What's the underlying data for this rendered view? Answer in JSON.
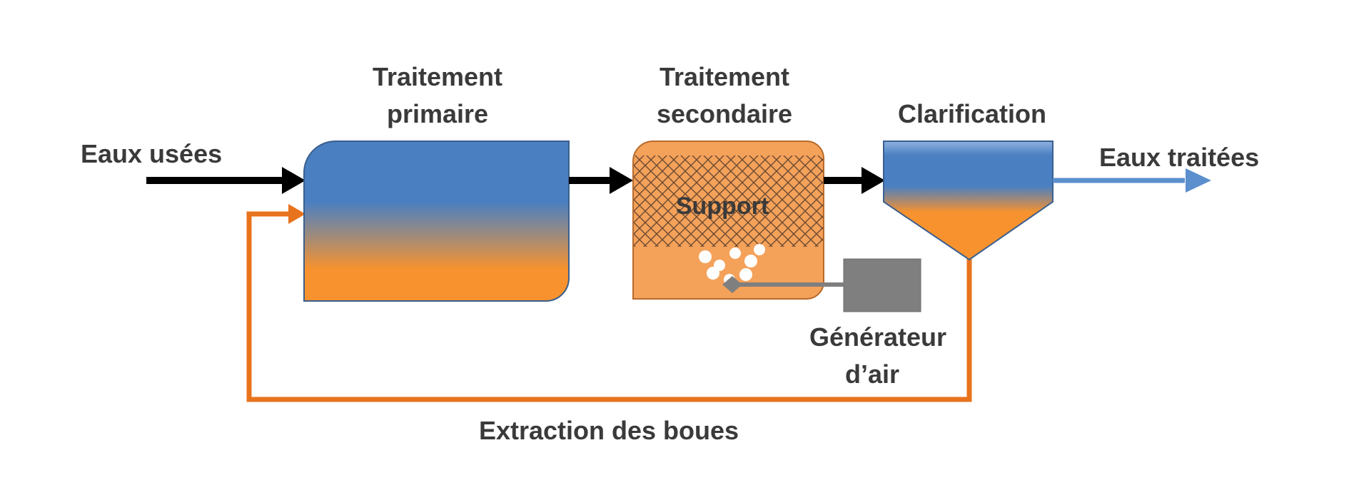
{
  "labels": {
    "input": "Eaux usées",
    "primary_line1": "Traitement",
    "primary_line2": "primaire",
    "secondary_line1": "Traitement",
    "secondary_line2": "secondaire",
    "clarification": "Clarification",
    "output": "Eaux traitées",
    "support": "Support",
    "air_generator_line1": "Générateur",
    "air_generator_line2": "d’air",
    "sludge": "Extraction des boues"
  },
  "colors": {
    "water_blue": "#4a7fc1",
    "sludge_orange": "#f7922e",
    "secondary_orange": "#f4a15a",
    "flow_arrow": "#000000",
    "recycle_line": "#e8731d",
    "output_arrow": "#5b8fce",
    "air_generator": "#7f7f7f",
    "text": "#3a3a3a"
  }
}
